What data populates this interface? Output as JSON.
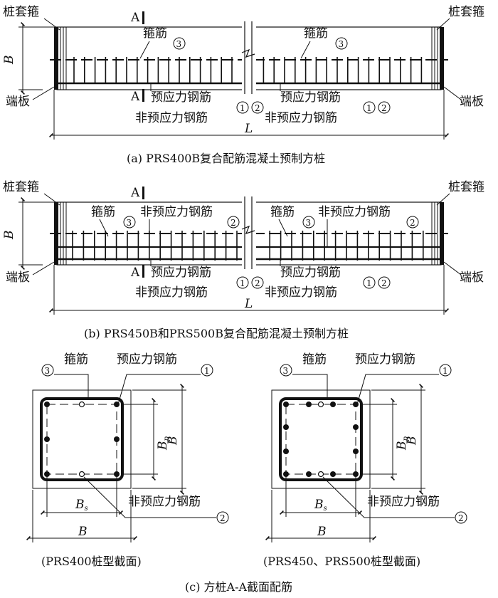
{
  "a": {
    "tao_gu_left": "桩套箍",
    "tao_gu_right": "桩套箍",
    "duan_ban_left": "端板",
    "duan_ban_right": "端板",
    "gu_jin_left": "箍筋",
    "gu_jin_right": "箍筋",
    "yu_left": "预应力钢筋",
    "yu_right": "预应力钢筋",
    "fei_left": "非预应力钢筋",
    "fei_right": "非预应力钢筋",
    "sec_top": "A",
    "sec_bot": "A",
    "dim_B": "B",
    "dim_L": "L",
    "caption": "(a) PRS400B复合配筋混凝土预制方桩"
  },
  "b": {
    "tao_gu_left": "桩套箍",
    "tao_gu_right": "桩套箍",
    "duan_ban_left": "端板",
    "duan_ban_right": "端板",
    "gu_jin_left": "箍筋",
    "gu_jin_right": "箍筋",
    "fei_top_left": "非预应力钢筋",
    "fei_top_right": "非预应力钢筋",
    "yu_left": "预应力钢筋",
    "yu_right": "预应力钢筋",
    "fei_bot_left": "非预应力钢筋",
    "fei_bot_right": "非预应力钢筋",
    "sec_top": "A",
    "sec_bot": "A",
    "dim_B": "B",
    "dim_L": "L",
    "caption": "(b) PRS450B和PRS500B复合配筋混凝土预制方桩"
  },
  "c": {
    "left": {
      "gu_jin": "箍筋",
      "yu": "预应力钢筋",
      "fei": "非预应力钢筋",
      "dim_Bp": "B",
      "dim_Bp_sub": "p",
      "dim_B_v": "B",
      "dim_Bs": "B",
      "dim_Bs_sub": "s",
      "dim_B_h": "B",
      "caption": "(PRS400桩型截面)"
    },
    "right": {
      "gu_jin": "箍筋",
      "yu": "预应力钢筋",
      "fei": "非预应力钢筋",
      "dim_Bp": "B",
      "dim_Bp_sub": "p",
      "dim_B_v": "B",
      "dim_Bs": "B",
      "dim_Bs_sub": "s",
      "dim_B_h": "B",
      "caption": "(PRS450、PRS500桩型截面)"
    },
    "caption": "(c) 方桩A-A截面配筋"
  },
  "markers": {
    "one": "1",
    "two": "2",
    "three": "3"
  }
}
